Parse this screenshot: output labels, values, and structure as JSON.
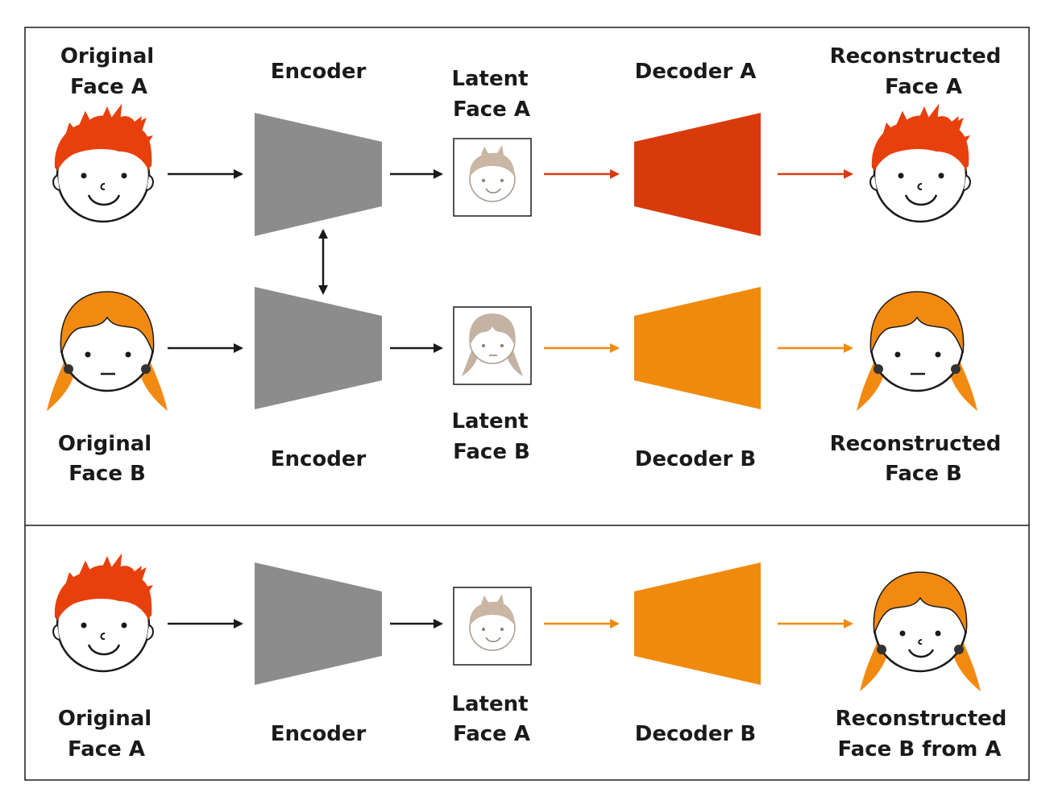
{
  "colors": {
    "encoder": "#8c8c8c",
    "decoder_a": "#d93a0b",
    "decoder_b": "#f08a0d",
    "hair_a": "#e8400c",
    "hair_b": "#f28a12",
    "latent_a_hair": "#c9b6a3",
    "latent_b_hair": "#c4b2a3",
    "arrow_dark": "#1a1a1a",
    "arrow_red": "#d93a0b",
    "arrow_orange": "#f08a0d",
    "border": "#1a1a1a"
  },
  "labels": {
    "top_row": {
      "original": [
        "Original",
        "Face A"
      ],
      "encoder": "Encoder",
      "latent": [
        "Latent",
        "Face A"
      ],
      "decoder": "Decoder A",
      "reconstructed": [
        "Reconstructed",
        "Face A"
      ]
    },
    "middle_row": {
      "original": [
        "Original",
        "Face B"
      ],
      "encoder": "Encoder",
      "latent": [
        "Latent",
        "Face B"
      ],
      "decoder": "Decoder B",
      "reconstructed": [
        "Reconstructed",
        "Face B"
      ]
    },
    "bottom_row": {
      "original": [
        "Original",
        "Face A"
      ],
      "encoder": "Encoder",
      "latent": [
        "Latent",
        "Face A"
      ],
      "decoder": "Decoder B",
      "reconstructed": [
        "Reconstructed",
        "Face B from A"
      ]
    }
  },
  "icons": {
    "face_a": "boy-face-icon",
    "face_b": "girl-face-icon",
    "latent_a": "latent-boy-face-icon",
    "latent_b": "latent-girl-face-icon",
    "shared_weights": "double-arrow-icon"
  }
}
